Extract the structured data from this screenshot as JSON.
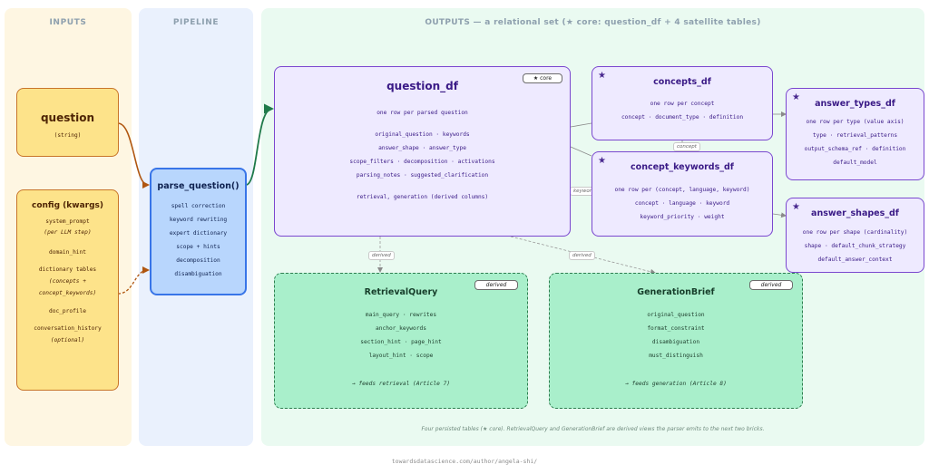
{
  "panels": {
    "inputs": "INPUTS",
    "pipeline": "PIPELINE",
    "outputs": "OUTPUTS — a relational set (★ core: question_df + 4 satellite tables)"
  },
  "question": {
    "title": "question",
    "subtitle": "(string)"
  },
  "config": {
    "title": "config (kwargs)",
    "lines": [
      "system_prompt",
      "(per LLM step)",
      "domain_hint",
      "dictionary tables",
      "(concepts +",
      "concept_keywords)",
      "doc_profile",
      "conversation_history",
      "(optional)"
    ]
  },
  "parse": {
    "title": "parse_question()",
    "steps": [
      "spell correction",
      "keyword rewriting",
      "expert dictionary",
      "scope + hints",
      "decomposition",
      "disambiguation"
    ]
  },
  "question_df": {
    "title": "question_df",
    "badge": "★ core",
    "lines": [
      "one row per parsed question",
      "original_question · keywords",
      "answer_shape · answer_type",
      "scope_filters · decomposition · activations",
      "parsing_notes · suggested_clarification",
      "retrieval, generation (derived columns)"
    ]
  },
  "concepts_df": {
    "star": "★",
    "title": "concepts_df",
    "lines": [
      "one row per concept",
      "concept · document_type · definition"
    ]
  },
  "concept_keywords_df": {
    "star": "★",
    "title": "concept_keywords_df",
    "lines": [
      "one row per (concept, language, keyword)",
      "concept · language · keyword",
      "keyword_priority · weight"
    ]
  },
  "answer_types_df": {
    "star": "★",
    "title": "answer_types_df",
    "lines": [
      "one row per type (value axis)",
      "type · retrieval_patterns",
      "output_schema_ref · definition",
      "default_model"
    ]
  },
  "answer_shapes_df": {
    "star": "★",
    "title": "answer_shapes_df",
    "lines": [
      "one row per shape (cardinality)",
      "shape · default_chunk_strategy",
      "default_answer_context"
    ]
  },
  "retrieval_query": {
    "title": "RetrievalQuery",
    "badge": "derived",
    "lines": [
      "main_query · rewrites",
      "anchor_keywords",
      "section_hint · page_hint",
      "layout_hint · scope"
    ],
    "feeds": "→ feeds retrieval (Article 7)"
  },
  "generation_brief": {
    "title": "GenerationBrief",
    "badge": "derived",
    "lines": [
      "original_question",
      "format_constraint",
      "disambiguation",
      "must_distinguish"
    ],
    "feeds": "→ feeds generation (Article 8)"
  },
  "edge_labels": {
    "derived_left": "derived",
    "derived_right": "derived",
    "concept": "concept",
    "keyword": "keyword"
  },
  "footnote": "Four persisted tables (★ core). RetrievalQuery and GenerationBrief are derived views the parser emits to the next two bricks.",
  "credit": "towardsdatascience.com/author/angela-shi/",
  "colors": {
    "inputs_bg": "#fef6e2",
    "pipeline_bg": "#eaf1fd",
    "outputs_bg": "#eafaf1",
    "core_purple": "#7a47cf",
    "derived_green": "#2e7d4f"
  }
}
